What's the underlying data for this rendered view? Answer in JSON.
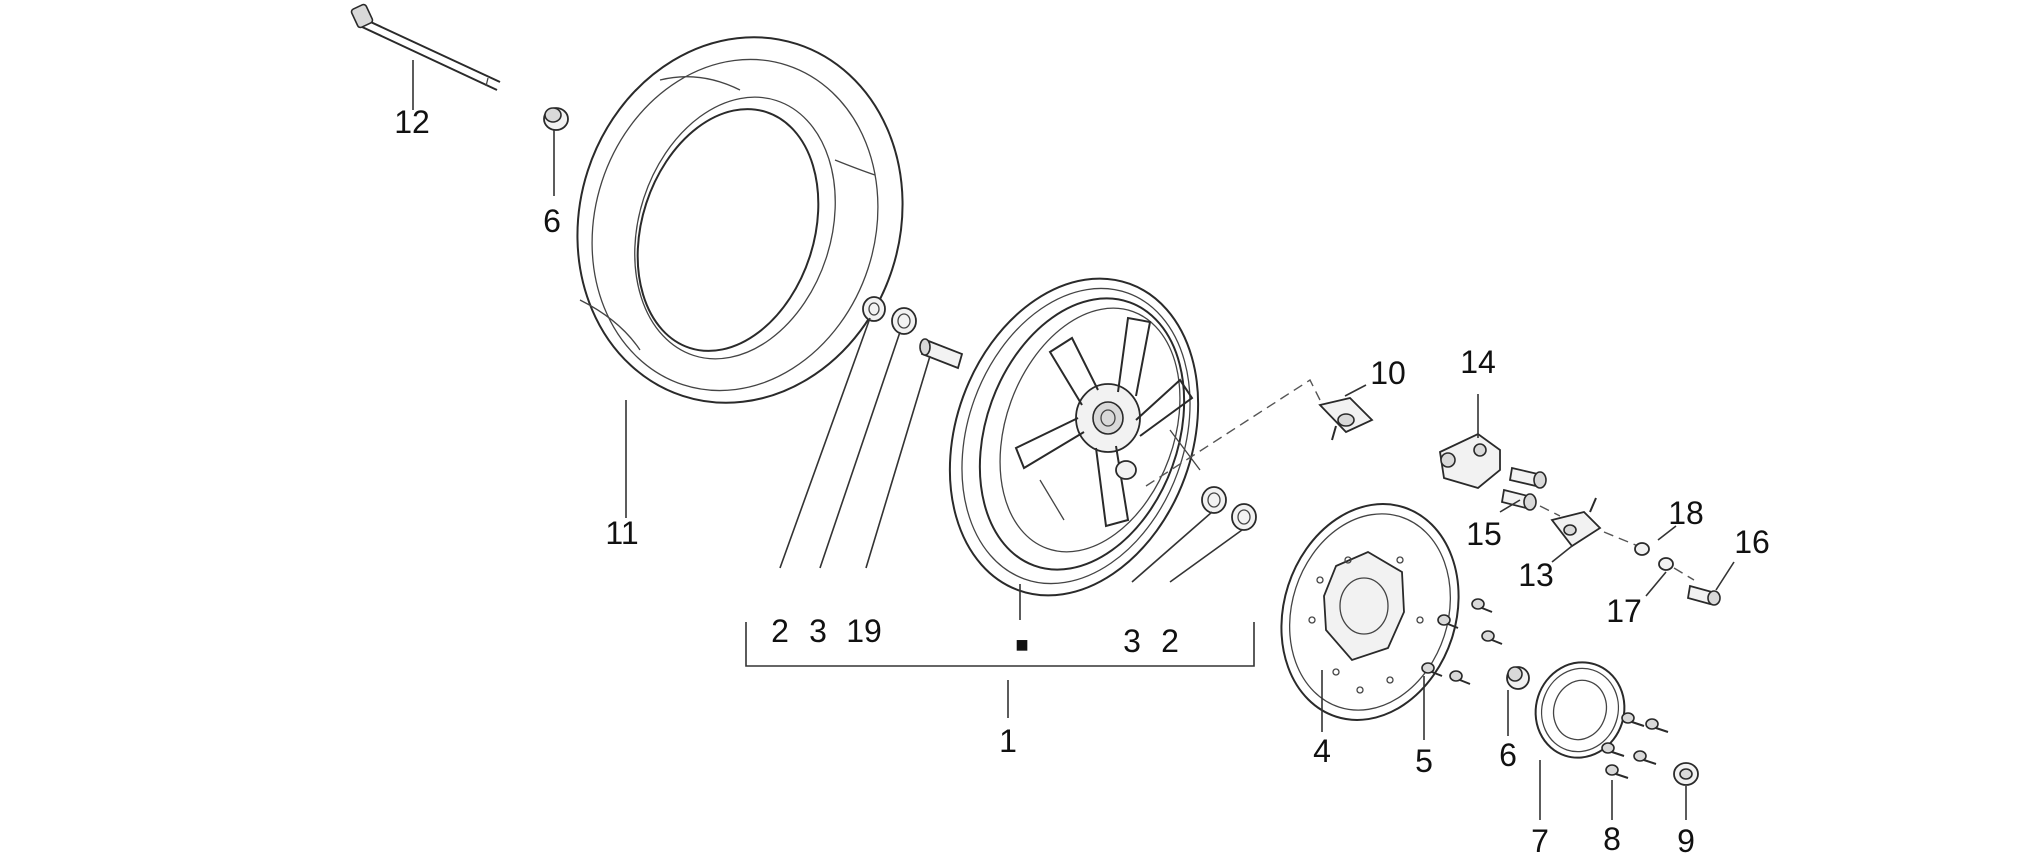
{
  "diagram": {
    "callouts": [
      "12",
      "6",
      "11",
      "2",
      "3",
      "19",
      "1",
      "3",
      "2",
      "10",
      "14",
      "15",
      "13",
      "18",
      "16",
      "17",
      "4",
      "5",
      "6",
      "7",
      "8",
      "9"
    ],
    "assembly_marker": "■",
    "colors": {
      "line": "#2a2a2a",
      "text": "#111111",
      "background": "#ffffff"
    }
  }
}
